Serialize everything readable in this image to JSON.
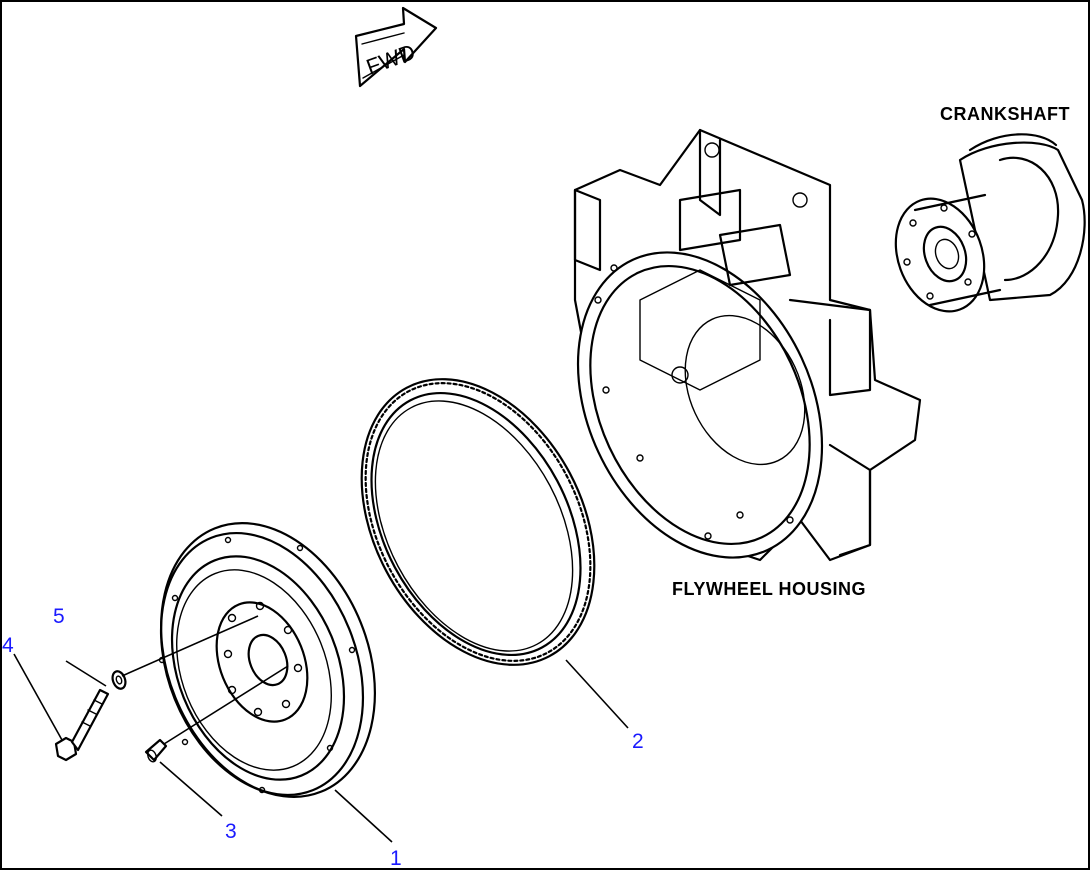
{
  "direction_indicator": {
    "text": "FWD"
  },
  "labels": {
    "crankshaft": "CRANKSHAFT",
    "flywheel_housing": "FLYWHEEL HOUSING"
  },
  "callouts": [
    "1",
    "2",
    "3",
    "4",
    "5"
  ],
  "colors": {
    "callout": "#1a1aff",
    "ink": "#000000"
  }
}
